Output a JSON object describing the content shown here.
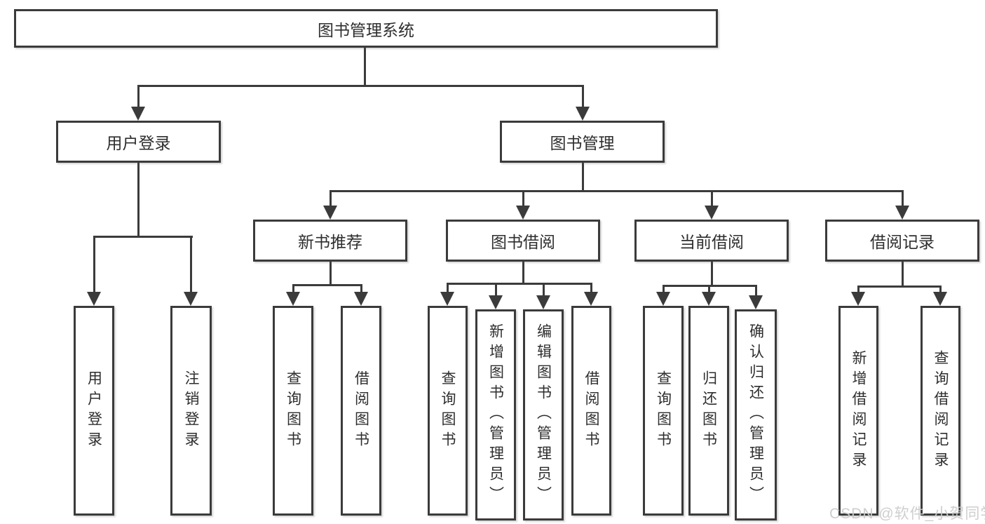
{
  "diagram_type": "functional-hierarchy",
  "hierarchy": {
    "label": "图书管理系统",
    "children": [
      {
        "label": "用户登录",
        "children": [
          {
            "label": "用户登录"
          },
          {
            "label": "注销登录"
          }
        ]
      },
      {
        "label": "图书管理",
        "children": [
          {
            "label": "新书推荐",
            "children": [
              {
                "label": "查询图书"
              },
              {
                "label": "借阅图书"
              }
            ]
          },
          {
            "label": "图书借阅",
            "children": [
              {
                "label": "查询图书"
              },
              {
                "label": "新增图书（管理员）"
              },
              {
                "label": "编辑图书（管理员）"
              },
              {
                "label": "借阅图书"
              }
            ]
          },
          {
            "label": "当前借阅",
            "children": [
              {
                "label": "查询图书"
              },
              {
                "label": "归还图书"
              },
              {
                "label": "确认归还（管理员）"
              }
            ]
          },
          {
            "label": "借阅记录",
            "children": [
              {
                "label": "新增借阅记录"
              },
              {
                "label": "查询借阅记录"
              }
            ]
          }
        ]
      }
    ]
  },
  "watermark": {
    "text": "CSDN @软件_小贺同学"
  },
  "colors": {
    "line": "#3b3b3b",
    "box_border": "#3b3b3b",
    "box_fill": "#ffffff",
    "page_background": "#ffffff",
    "text": "#2e2e2e",
    "watermark": "#cbcbcb"
  }
}
